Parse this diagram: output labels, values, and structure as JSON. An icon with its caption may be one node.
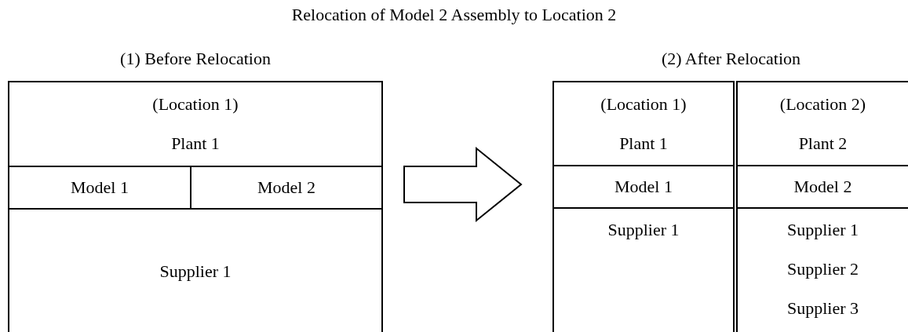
{
  "diagram": {
    "title": "Relocation of Model 2 Assembly to Location 2",
    "nodes": [
      {
        "text": [
          "(1) Before Relocation"
        ]
      },
      {
        "text": [
          "(Location 1)",
          "Plant 1"
        ],
        "in": 0
      },
      {
        "text": [
          "Model 1"
        ],
        "in": 0
      },
      {
        "text": [
          "Model 2"
        ],
        "in": 0
      },
      {
        "text": [
          "Supplier 1"
        ],
        "in": 0
      },
      {
        "text": [
          "(2) After Relocation"
        ]
      },
      {
        "text": [
          "(Location 1)",
          "Plant 1"
        ],
        "in": 5
      },
      {
        "text": [
          "(Location 2)",
          "Plant 2"
        ],
        "in": 5
      },
      {
        "text": [
          "Model 1"
        ],
        "in": 5
      },
      {
        "text": [
          "Model 2"
        ],
        "in": 5
      },
      {
        "text": [
          "Supplier 1"
        ],
        "in": 5
      },
      {
        "text": [
          "Supplier 1",
          "Supplier 2",
          "Supplier 3"
        ],
        "in": 5
      }
    ],
    "edges": [
      {
        "from": 0,
        "to": 5,
        "arrow": "to"
      }
    ]
  }
}
